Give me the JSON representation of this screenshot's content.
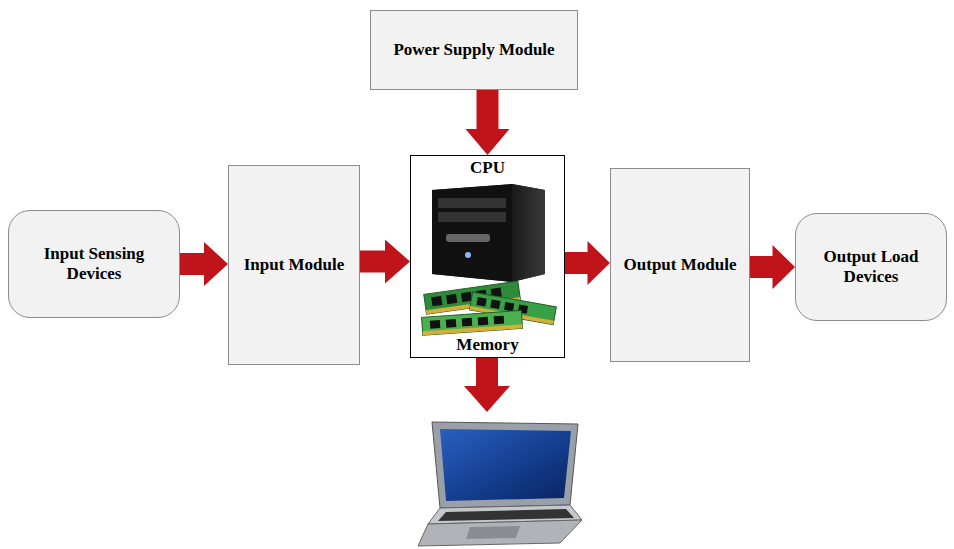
{
  "diagram": {
    "nodes": [
      {
        "text": [
          "Power Supply Module"
        ]
      },
      {
        "text": [
          "Input Sensing Devices"
        ]
      },
      {
        "text": [
          "Input Module"
        ]
      },
      {
        "text": [
          "CPU",
          "Memory"
        ]
      },
      {
        "text": [
          "Output Module"
        ]
      },
      {
        "text": [
          "Output Load Devices"
        ]
      }
    ],
    "edges": [
      {
        "from": 0,
        "to": 3,
        "arrow": "to"
      },
      {
        "from": 1,
        "to": 2,
        "arrow": "to"
      },
      {
        "from": 2,
        "to": 3,
        "arrow": "to"
      },
      {
        "from": 3,
        "to": 4,
        "arrow": "to"
      },
      {
        "from": 4,
        "to": 5,
        "arrow": "to"
      }
    ]
  }
}
